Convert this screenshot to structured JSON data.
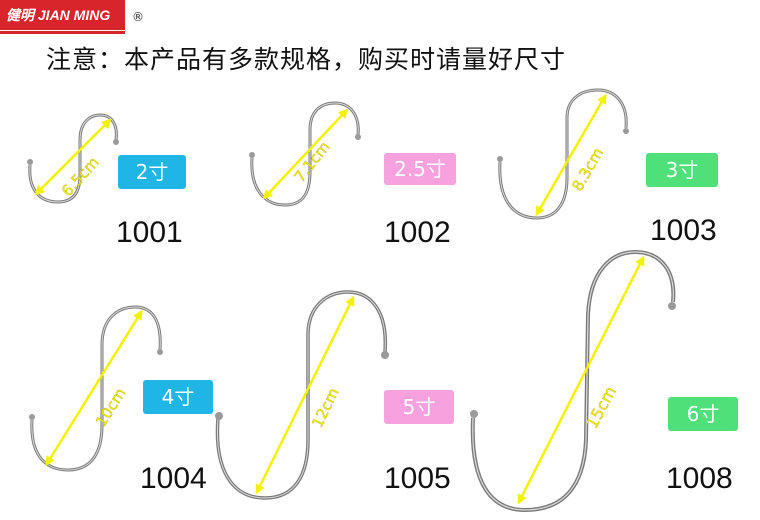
{
  "brand": {
    "name": "健明 JIAN MING",
    "registered": "®",
    "color": "#d8252b"
  },
  "notice": "注意：本产品有多款规格，购买时请量好尺寸",
  "colors": {
    "badge_blue": "#1fb6e6",
    "badge_pink": "#f7a1de",
    "badge_green": "#4fe07a",
    "measure_yellow": "#f5f200",
    "hook_steel": "#8a8a8a"
  },
  "products": [
    {
      "model": "1001",
      "size": "2寸",
      "length": "6.5cm",
      "badge": "badge_blue"
    },
    {
      "model": "1002",
      "size": "2.5寸",
      "length": "7.1cm",
      "badge": "badge_pink"
    },
    {
      "model": "1003",
      "size": "3寸",
      "length": "8.3cm",
      "badge": "badge_green"
    },
    {
      "model": "1004",
      "size": "4寸",
      "length": "10cm",
      "badge": "badge_blue"
    },
    {
      "model": "1005",
      "size": "5寸",
      "length": "12cm",
      "badge": "badge_pink"
    },
    {
      "model": "1008",
      "size": "6寸",
      "length": "15cm",
      "badge": "badge_green"
    }
  ]
}
